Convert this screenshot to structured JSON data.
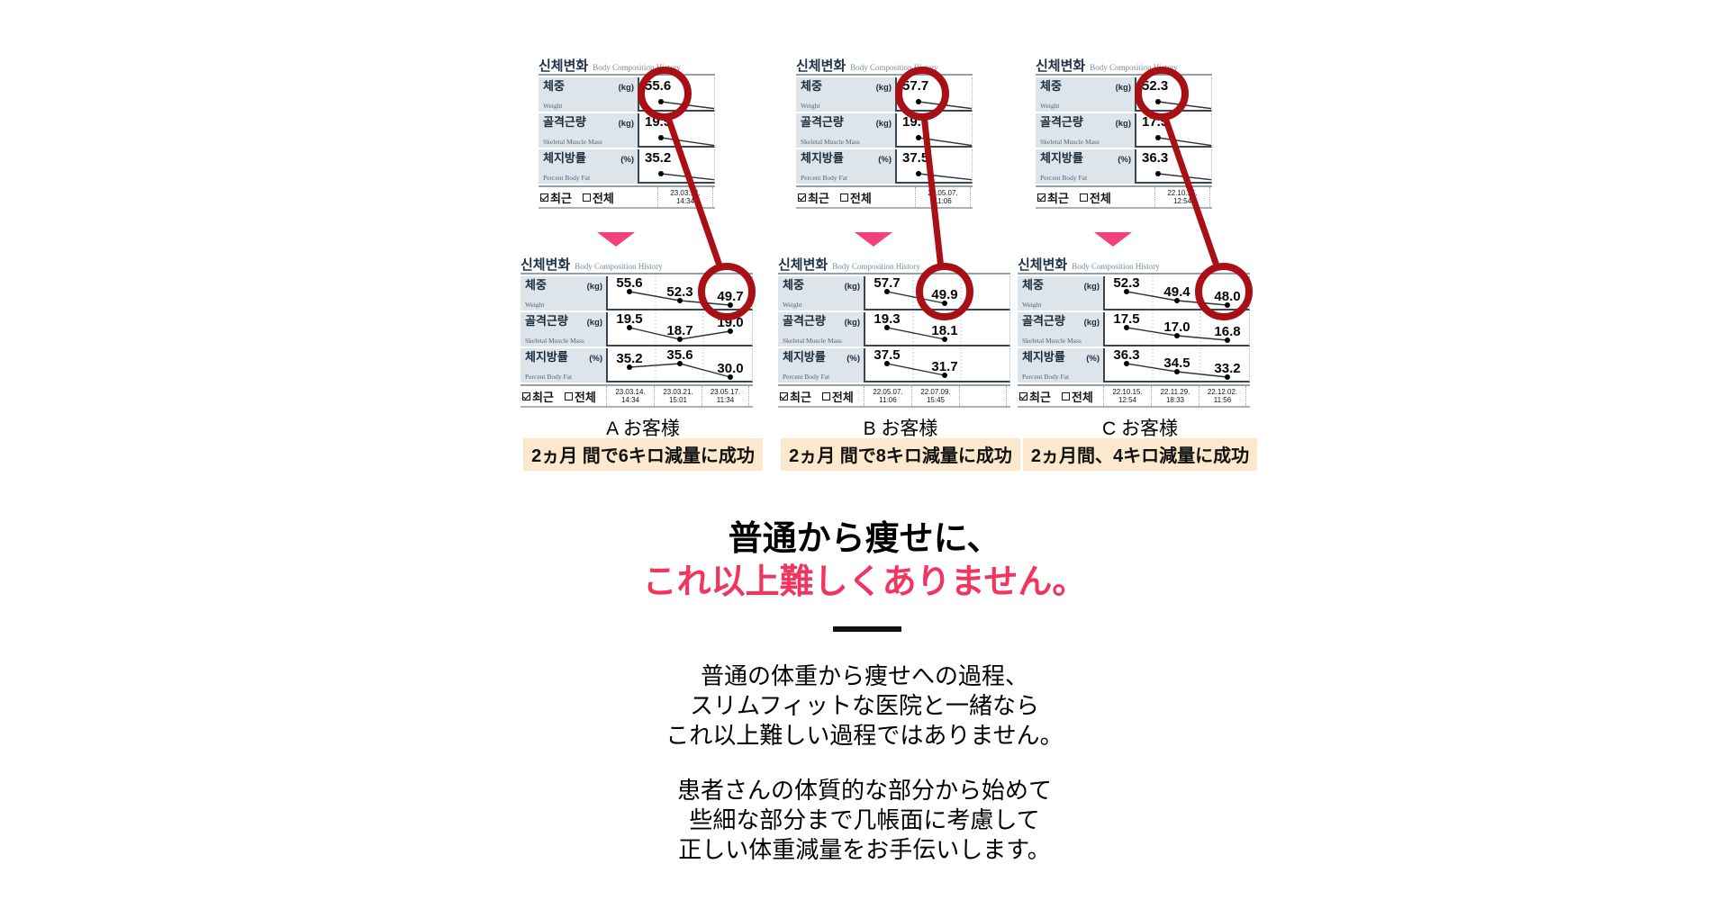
{
  "colors": {
    "accent_pink": "#f2355f",
    "annotation_red": "#a91016",
    "triangle_pink": "#f4417b",
    "caption_bg": "#fbe8cd",
    "label_cell_bg": "#dde4ea"
  },
  "table": {
    "title_ko": "신체변화",
    "title_en": "Body Composition History",
    "rows": [
      {
        "ko": "체중",
        "unit": "(kg)",
        "en": "Weight"
      },
      {
        "ko": "골격근량",
        "unit": "(kg)",
        "en": "Skeletal Muscle Mass"
      },
      {
        "ko": "체지방률",
        "unit": "(%)",
        "en": "Percent Body Fat"
      }
    ],
    "recent": "최근",
    "all": "전체"
  },
  "customers": [
    {
      "label": "A お客様",
      "caption": "2ヵ月 間で6キロ減量に成功",
      "top": {
        "weight": "55.6",
        "muscle": "19.5",
        "fat": "35.2",
        "date": "23.03.14.",
        "time": "14:34"
      },
      "bottom": {
        "weight": [
          "55.6",
          "52.3",
          "49.7"
        ],
        "muscle": [
          "19.5",
          "18.7",
          "19.0"
        ],
        "fat": [
          "35.2",
          "35.6",
          "30.0"
        ],
        "dates": [
          "23.03.14.",
          "23.03.21.",
          "23.05.17."
        ],
        "times": [
          "14:34",
          "15:01",
          "11:34"
        ]
      }
    },
    {
      "label": "B お客様",
      "caption": "2ヵ月 間で8キロ減量に成功",
      "top": {
        "weight": "57.7",
        "muscle": "19.3",
        "fat": "37.5",
        "date": "22.05.07.",
        "time": "11:06"
      },
      "bottom": {
        "weight": [
          "57.7",
          "49.9",
          ""
        ],
        "muscle": [
          "19.3",
          "18.1",
          ""
        ],
        "fat": [
          "37.5",
          "31.7",
          ""
        ],
        "dates": [
          "22.05.07.",
          "22.07.09.",
          ""
        ],
        "times": [
          "11:06",
          "15:45",
          ""
        ]
      }
    },
    {
      "label": "C お客様",
      "caption": "2ヵ月間、4キロ減量に成功",
      "top": {
        "weight": "52.3",
        "muscle": "17.5",
        "fat": "36.3",
        "date": "22.10.15.",
        "time": "12:54"
      },
      "bottom": {
        "weight": [
          "52.3",
          "49.4",
          "48.0"
        ],
        "muscle": [
          "17.5",
          "17.0",
          "16.8"
        ],
        "fat": [
          "36.3",
          "34.5",
          "33.2"
        ],
        "dates": [
          "22.10.15.",
          "22.11.29.",
          "22.12.02."
        ],
        "times": [
          "12:54",
          "18:33",
          "11:56"
        ]
      }
    }
  ],
  "headline": {
    "line1": "普通から痩せに、",
    "line2": "これ以上難しくありません。"
  },
  "body": {
    "p1": [
      "普通の体重から痩せへの過程、",
      "スリムフィットな医院と一緒なら",
      "これ以上難しい過程ではありません。"
    ],
    "p2": [
      "患者さんの体質的な部分から始めて",
      "些細な部分まで几帳面に考慮して",
      "正しい体重減量をお手伝いします。"
    ]
  }
}
